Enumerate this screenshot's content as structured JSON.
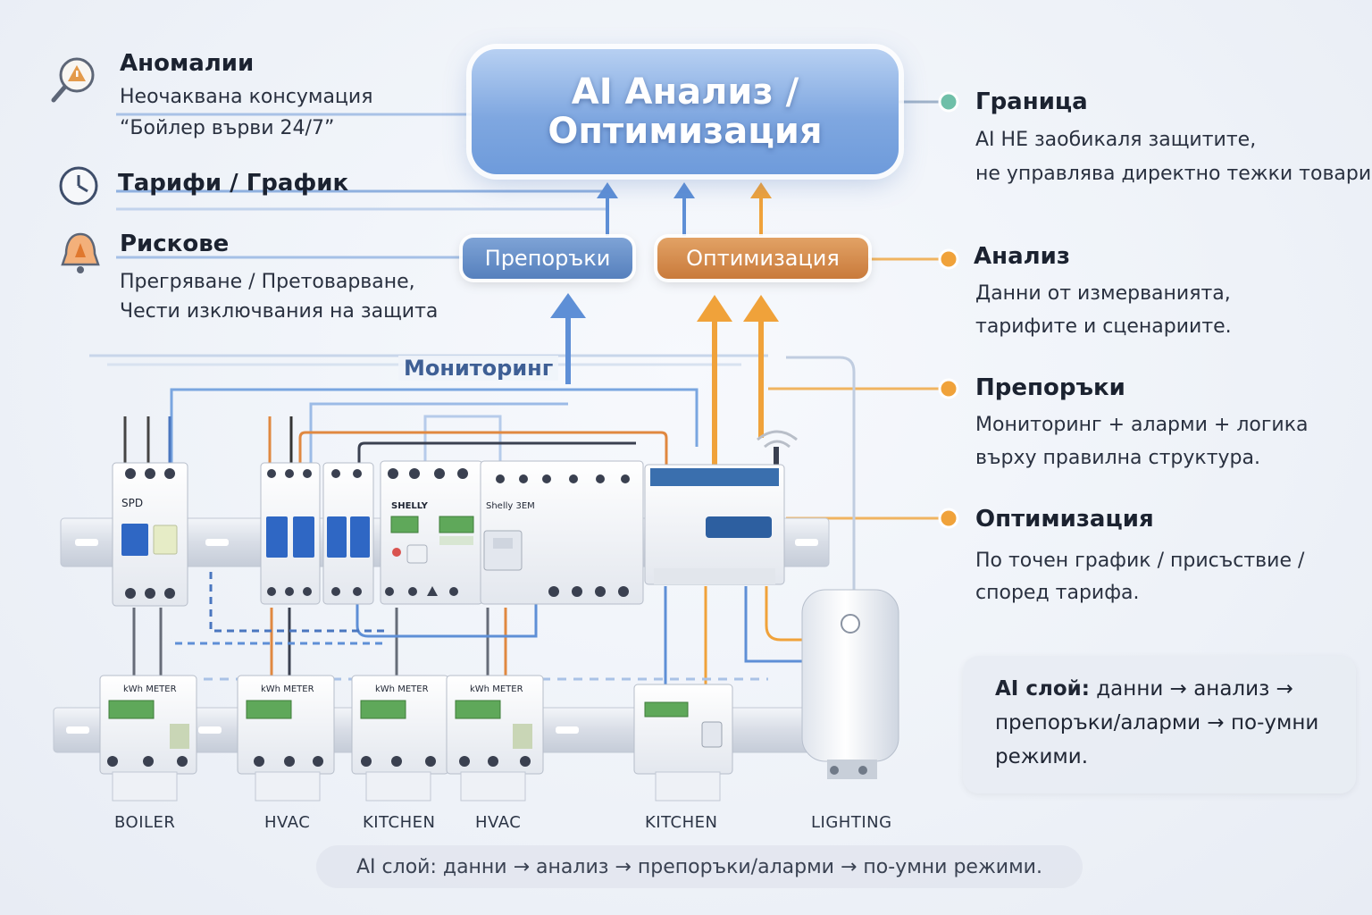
{
  "left_panel": {
    "anomalies": {
      "title": "Аномалии",
      "line1": "Неочаквана консумация",
      "line2": "“Бойлер върви 24/7”"
    },
    "tariffs": {
      "title": "Тарифи / График"
    },
    "risks": {
      "title": "Рискове",
      "line1": "Прегряване / Претоварване,",
      "line2": "Чести изключвания на защита"
    }
  },
  "center": {
    "ai_title": "AI Анализ / Оптимизация",
    "pill_recommendations": "Препоръки",
    "pill_optimization": "Оптимизация",
    "monitoring": "Мониторинг"
  },
  "right_panel": {
    "boundary": {
      "title": "Граница",
      "line1": "AI НЕ заобикаля защитите,",
      "line2": "не управлява директно тежки товари"
    },
    "analysis": {
      "title": "Анализ",
      "line1": "Данни от измерванията,",
      "line2": "тарифите и сценариите."
    },
    "recommendations": {
      "title": "Препоръки",
      "line1": "Мониторинг + аларми + логика",
      "line2": "върху правилна структура."
    },
    "optimization": {
      "title": "Оптимизация",
      "line1": "По точен график / присъствие /",
      "line2": "според тарифа."
    }
  },
  "devices": {
    "spd_label": "SPD",
    "shelly_label": "SHELLY",
    "shelly_model": "Shelly 3EM",
    "meter_label": "kWh METER"
  },
  "bottom_labels": [
    "BOILER",
    "HVAC",
    "KITCHEN",
    "HVAC",
    "KITCHEN",
    "LIGHTING"
  ],
  "note": {
    "bold": "AI слой:",
    "rest": " данни → анализ → препоръки/аларми → по-умни режими."
  },
  "caption": "AI слой: данни → анализ → препоръки/аларми → по-умни режими.",
  "colors": {
    "blue": "#5e8fd6",
    "orange": "#f0a23a",
    "teal": "#6fbfa8",
    "accent_dark": "#1b2230"
  }
}
